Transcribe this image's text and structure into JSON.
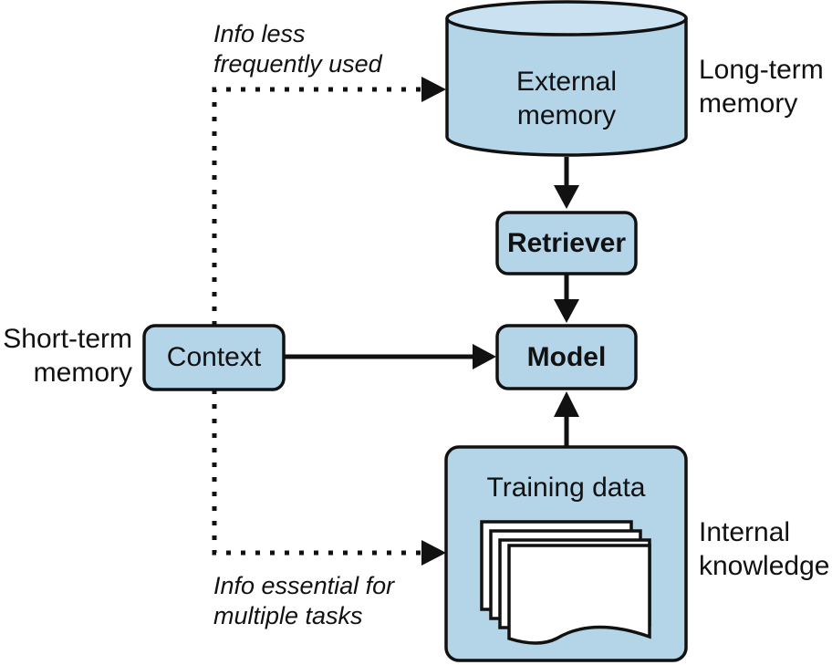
{
  "nodes": {
    "external_memory": {
      "line1": "External",
      "line2": "memory"
    },
    "retriever": {
      "label": "Retriever"
    },
    "model": {
      "label": "Model"
    },
    "context": {
      "label": "Context"
    },
    "training_data": {
      "label": "Training data"
    }
  },
  "side_labels": {
    "long_term": {
      "line1": "Long-term",
      "line2": "memory"
    },
    "short_term": {
      "line1": "Short-term",
      "line2": "memory"
    },
    "internal": {
      "line1": "Internal",
      "line2": "knowledge"
    }
  },
  "edge_labels": {
    "less_frequent": {
      "line1": "Info less",
      "line2": "frequently used"
    },
    "essential": {
      "line1": "Info essential for",
      "line2": "multiple tasks"
    }
  },
  "colors": {
    "box_fill": "#b4d4e8",
    "stroke": "#111111"
  }
}
